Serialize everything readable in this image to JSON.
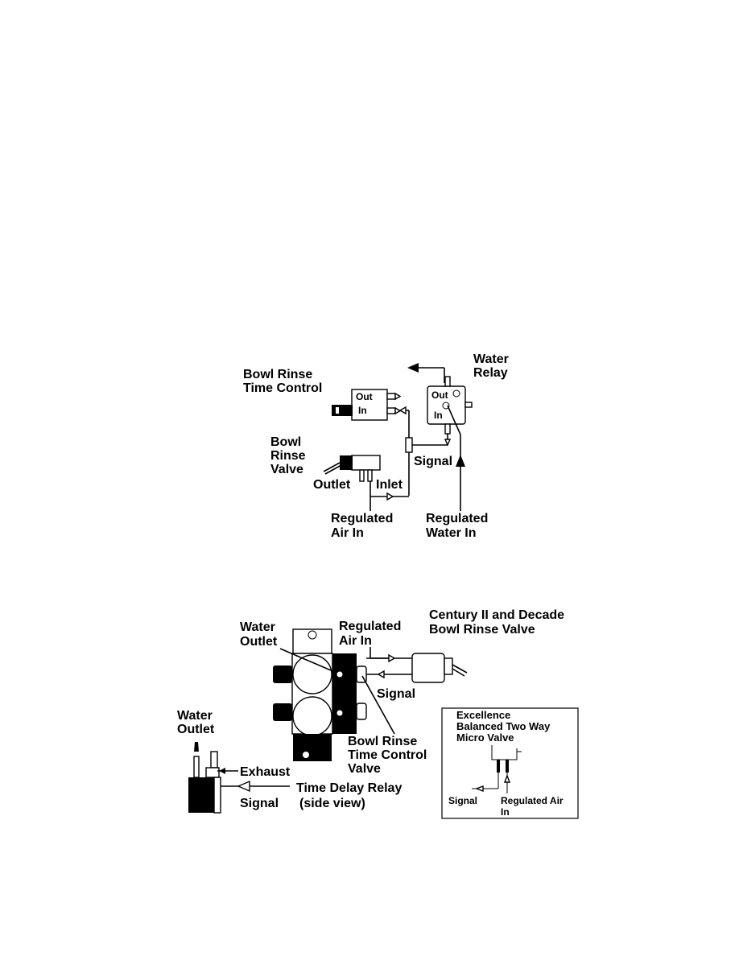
{
  "diagram_top": {
    "bowl_rinse_time_control": [
      "Bowl Rinse",
      "Time Control"
    ],
    "water_relay": [
      "Water",
      "Relay"
    ],
    "bowl_rinse_valve": [
      "Bowl",
      "Rinse",
      "Valve"
    ],
    "out_top": "Out",
    "in_top": "In",
    "relay_out": "Out",
    "relay_in": "In",
    "signal": "Signal",
    "outlet": "Outlet",
    "inlet": "Inlet",
    "regulated_air_in": [
      "Regulated",
      "Air In"
    ],
    "regulated_water_in": [
      "Regulated",
      "Water In"
    ]
  },
  "diagram_bottom": {
    "century_valve": [
      "Century II and Decade",
      "Bowl Rinse Valve"
    ],
    "water_outlet_top": [
      "Water",
      "Outlet"
    ],
    "regulated_air_in": [
      "Regulated",
      "Air In"
    ],
    "signal_right": "Signal",
    "bowl_rinse_time_control_valve": [
      "Bowl Rinse",
      "Time Control",
      "Valve"
    ],
    "water_outlet_left": [
      "Water",
      "Outlet"
    ],
    "exhaust": "Exhaust",
    "time_delay_relay": [
      "Time Delay Relay",
      "(side view)"
    ],
    "signal_left": "Signal",
    "inset": {
      "title": [
        "Excellence",
        "Balanced Two Way",
        "Micro Valve"
      ],
      "signal": "Signal",
      "regulated_air_in": [
        "Regulated Air",
        "In"
      ]
    }
  }
}
